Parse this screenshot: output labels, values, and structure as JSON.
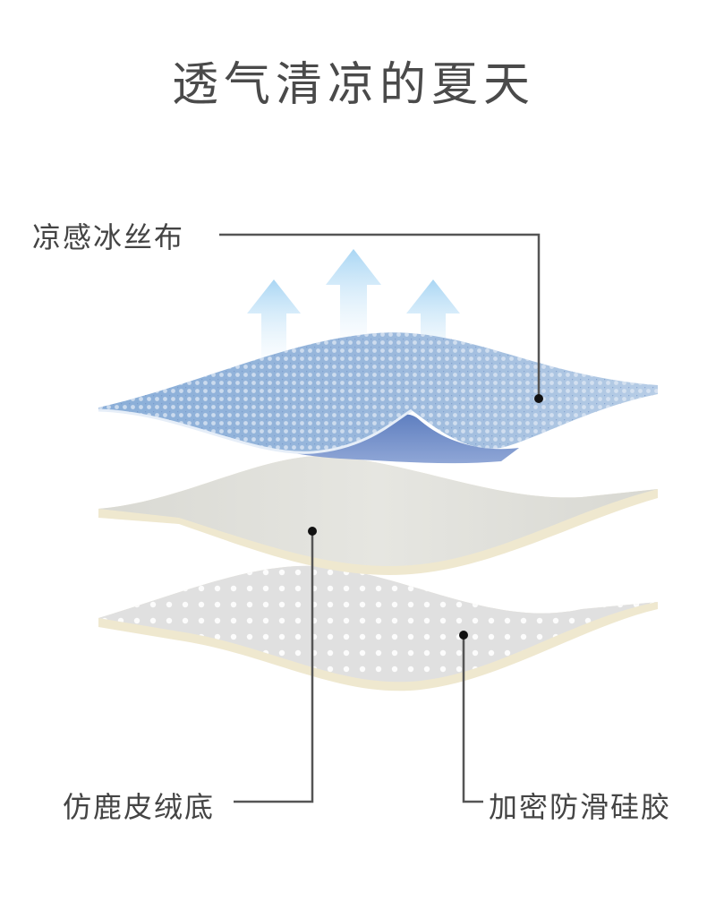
{
  "title": "透气清凉的夏天",
  "layers": {
    "top": {
      "label": "凉感冰丝布"
    },
    "middle": {
      "label": "仿鹿皮绒底"
    },
    "bottom": {
      "label": "加密防滑硅胶"
    }
  },
  "colors": {
    "arrow": "#bfe1f6",
    "ice_fabric": "#8fb0d8",
    "suede": "#ddddd8",
    "silicone": "#e0e0e0",
    "edge": "#efe9d2",
    "leader_line": "#555555"
  }
}
